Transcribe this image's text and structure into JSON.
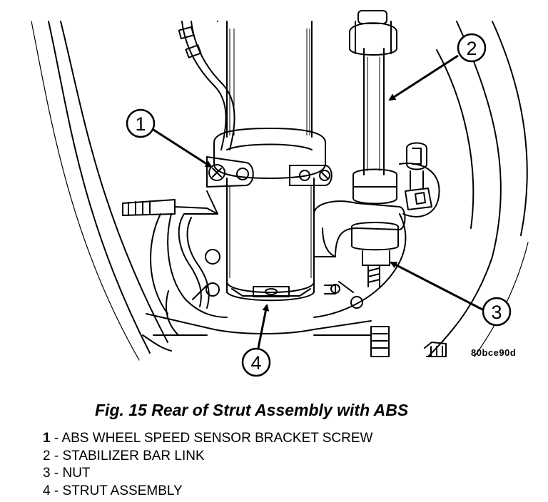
{
  "figure": {
    "art_code": "80bce90d",
    "caption": "Fig. 15 Rear of Strut Assembly with ABS",
    "callouts": [
      {
        "number": "1",
        "label": "ABS WHEEL SPEED SENSOR BRACKET SCREW"
      },
      {
        "number": "2",
        "label": "STABILIZER BAR LINK"
      },
      {
        "number": "3",
        "label": "NUT"
      },
      {
        "number": "4",
        "label": "STRUT ASSEMBLY"
      }
    ],
    "separator": " - "
  }
}
